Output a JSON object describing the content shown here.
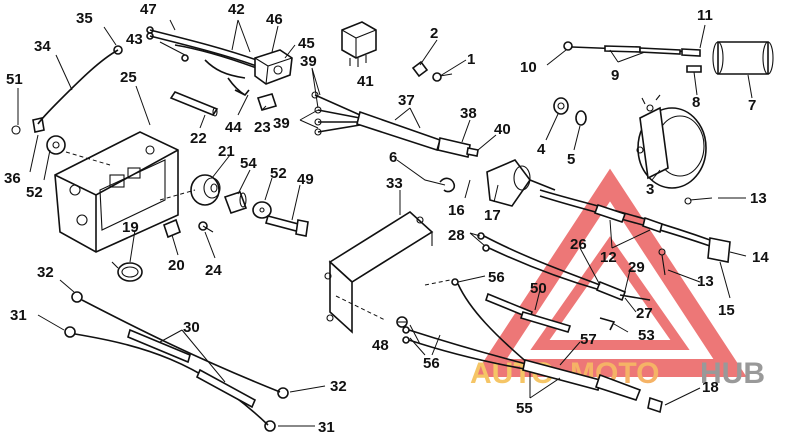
{
  "watermark": {
    "brand_part_1": "AUTO",
    "brand_part_2": "MOTO",
    "brand_part_3": "HUB",
    "color_triangle": "#e84a4a",
    "color_auto": "#f2b233",
    "color_moto": "#f29a33",
    "color_hub": "#777777"
  },
  "callouts": [
    "1",
    "2",
    "3",
    "4",
    "5",
    "6",
    "7",
    "8",
    "9",
    "10",
    "11",
    "12",
    "13",
    "13",
    "14",
    "15",
    "16",
    "17",
    "18",
    "19",
    "20",
    "21",
    "22",
    "23",
    "24",
    "25",
    "26",
    "27",
    "28",
    "29",
    "30",
    "31",
    "31",
    "32",
    "32",
    "33",
    "34",
    "35",
    "36",
    "37",
    "38",
    "39",
    "39",
    "40",
    "41",
    "42",
    "43",
    "44",
    "45",
    "46",
    "47",
    "48",
    "49",
    "50",
    "51",
    "52",
    "52",
    "53",
    "54",
    "55",
    "56",
    "56",
    "57"
  ]
}
